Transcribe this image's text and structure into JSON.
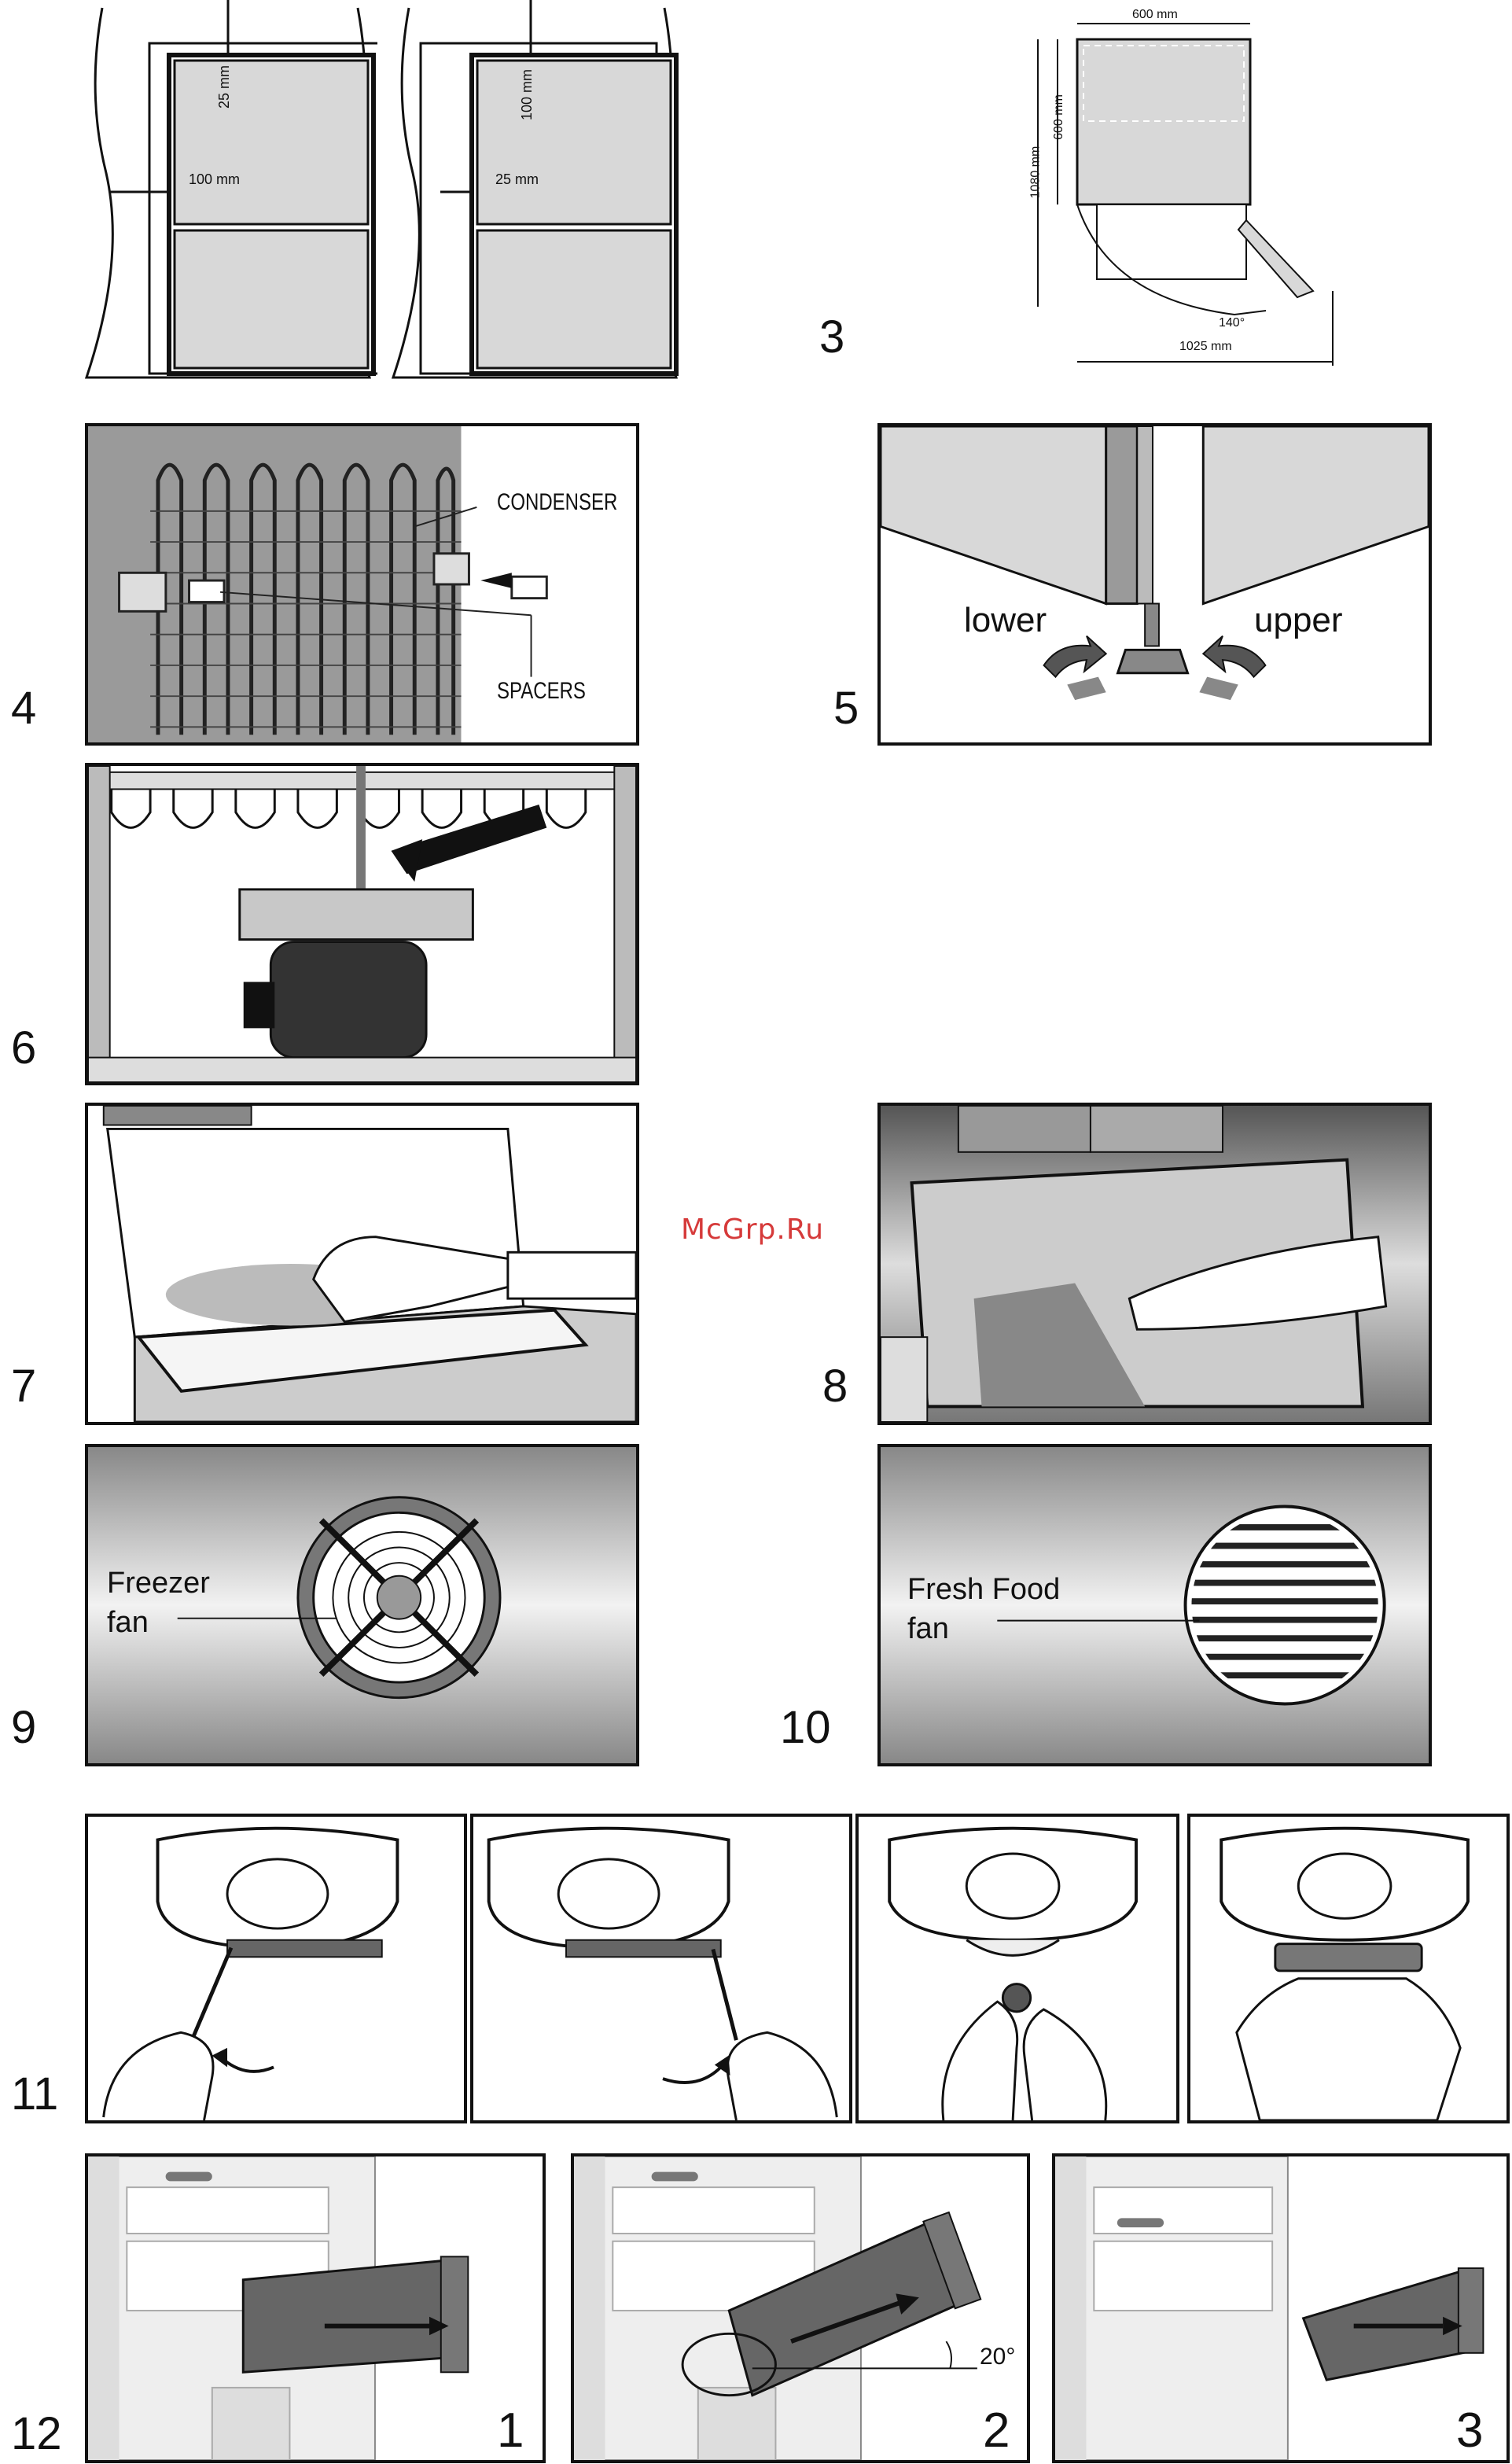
{
  "watermark": "McGrp.Ru",
  "figures": {
    "f1": {
      "dim_top": "25 mm",
      "dim_side": "100 mm"
    },
    "f2": {
      "dim_top": "100 mm",
      "dim_side": "25 mm"
    },
    "f3": {
      "number": "3",
      "width": "600 mm",
      "depth": "600 mm",
      "height": "1080 mm",
      "angle": "140°",
      "total": "1025 mm"
    },
    "f4": {
      "number": "4",
      "condenser": "CONDENSER",
      "spacers": "SPACERS"
    },
    "f5": {
      "number": "5",
      "lower": "lower",
      "upper": "upper"
    },
    "f6": {
      "number": "6"
    },
    "f7": {
      "number": "7"
    },
    "f8": {
      "number": "8"
    },
    "f9": {
      "number": "9",
      "label_line1": "Freezer",
      "label_line2": "fan"
    },
    "f10": {
      "number": "10",
      "label_line1": "Fresh Food",
      "label_line2": "fan"
    },
    "f11": {
      "number": "11"
    },
    "f12": {
      "number": "12",
      "steps": [
        "1",
        "2",
        "3"
      ],
      "angle": "20°"
    }
  }
}
